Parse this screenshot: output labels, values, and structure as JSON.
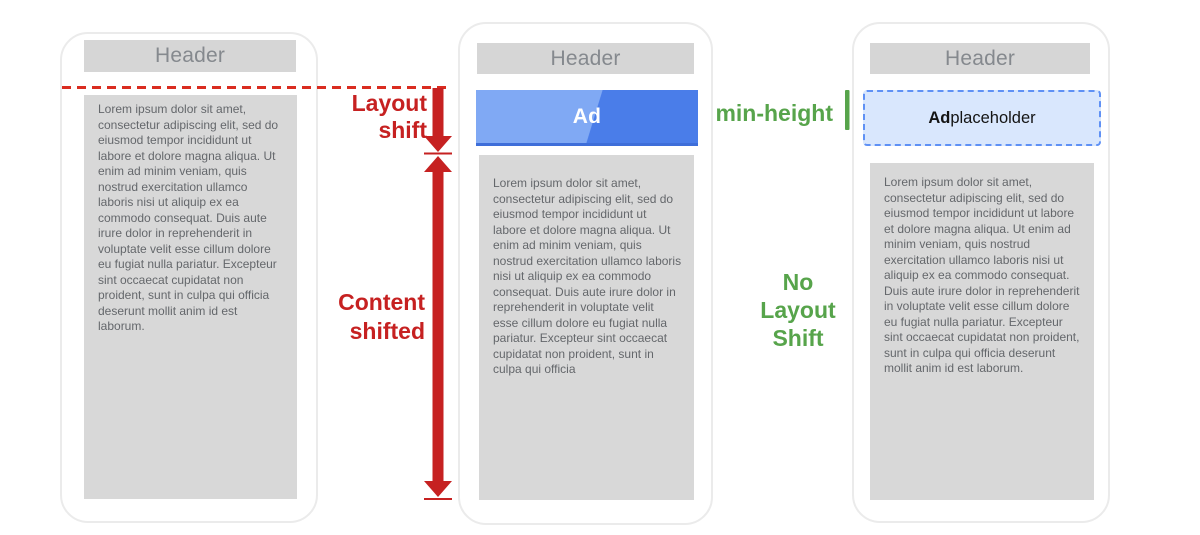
{
  "phone_before": {
    "header": "Header",
    "body": "Lorem ipsum dolor sit amet, consectetur adipiscing elit, sed do eiusmod tempor incididunt ut labore et dolore magna aliqua. Ut enim ad minim veniam, quis nostrud exercitation ullamco laboris nisi ut aliquip ex ea commodo consequat. Duis aute irure dolor in reprehenderit in voluptate velit esse cillum dolore eu fugiat nulla pariatur. Excepteur sint occaecat cupidatat non proident, sunt in culpa qui officia deserunt mollit anim id est laborum."
  },
  "phone_shifted": {
    "header": "Header",
    "ad_label": "Ad",
    "body": "Lorem ipsum dolor sit amet, consectetur adipiscing elit, sed do eiusmod tempor incididunt ut labore et dolore magna aliqua. Ut enim ad minim veniam, quis nostrud exercitation ullamco laboris nisi ut aliquip ex ea commodo consequat. Duis aute irure dolor in reprehenderit in voluptate velit esse cillum dolore eu fugiat nulla pariatur. Excepteur sint occaecat cupidatat non proident, sunt in culpa qui officia"
  },
  "phone_stable": {
    "header": "Header",
    "placeholder_bold": "Ad",
    "placeholder_rest": " placeholder",
    "body": "Lorem ipsum dolor sit amet, consectetur adipiscing elit, sed do eiusmod tempor incididunt ut labore et dolore magna aliqua. Ut enim ad minim veniam, quis nostrud exercitation ullamco laboris nisi ut aliquip ex ea commodo consequat. Duis aute irure dolor in reprehenderit in voluptate velit esse cillum dolore eu fugiat nulla pariatur. Excepteur sint occaecat cupidatat non proident, sunt in culpa qui officia deserunt mollit anim id est laborum."
  },
  "annotations": {
    "layout_shift_label": [
      "Layout",
      "shift"
    ],
    "content_shifted_label": [
      "Content",
      "shifted"
    ],
    "min_height_label": "min-height",
    "no_layout_shift_label": [
      "No",
      "Layout",
      "Shift"
    ]
  },
  "colors": {
    "annotation_red": "#c62121",
    "dashed_line_red": "#da2c20",
    "annotation_green": "#57a44b",
    "ad_gradient_light": "#80a9f4",
    "ad_gradient_dark": "#4a7de9",
    "placeholder_fill": "#d9e7fd",
    "placeholder_border": "#5f91f5",
    "mockup_gray": "#d8d8d8",
    "header_text_gray": "#85898e"
  }
}
